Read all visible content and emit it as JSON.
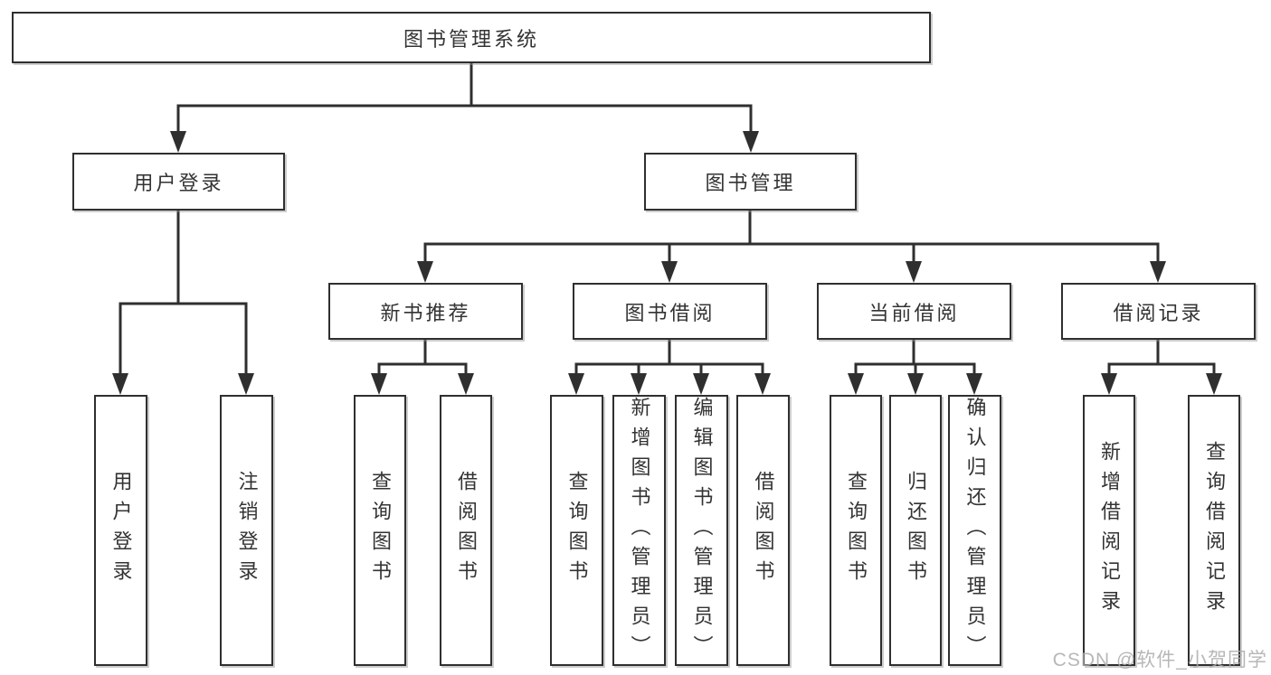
{
  "colors": {
    "line": "#2f2f2f",
    "box_border": "#2f2f2f",
    "text": "#333333",
    "background": "#ffffff",
    "watermark": "#aaaaaa"
  },
  "watermark": {
    "text": "CSDN @软件_小贺同学"
  },
  "tree": {
    "root": {
      "label": "图书管理系统"
    },
    "branches": [
      {
        "label": "用户登录",
        "children": [
          {
            "label": "用户登录"
          },
          {
            "label": "注销登录"
          }
        ]
      },
      {
        "label": "图书管理",
        "children": [
          {
            "label": "新书推荐",
            "children": [
              {
                "label": "查询图书"
              },
              {
                "label": "借阅图书"
              }
            ]
          },
          {
            "label": "图书借阅",
            "children": [
              {
                "label": "查询图书"
              },
              {
                "label": "新增图书（管理员）"
              },
              {
                "label": "编辑图书（管理员）"
              },
              {
                "label": "借阅图书"
              }
            ]
          },
          {
            "label": "当前借阅",
            "children": [
              {
                "label": "查询图书"
              },
              {
                "label": "归还图书"
              },
              {
                "label": "确认归还（管理员）"
              }
            ]
          },
          {
            "label": "借阅记录",
            "children": [
              {
                "label": "新增借阅记录"
              },
              {
                "label": "查询借阅记录"
              }
            ]
          }
        ]
      }
    ]
  }
}
